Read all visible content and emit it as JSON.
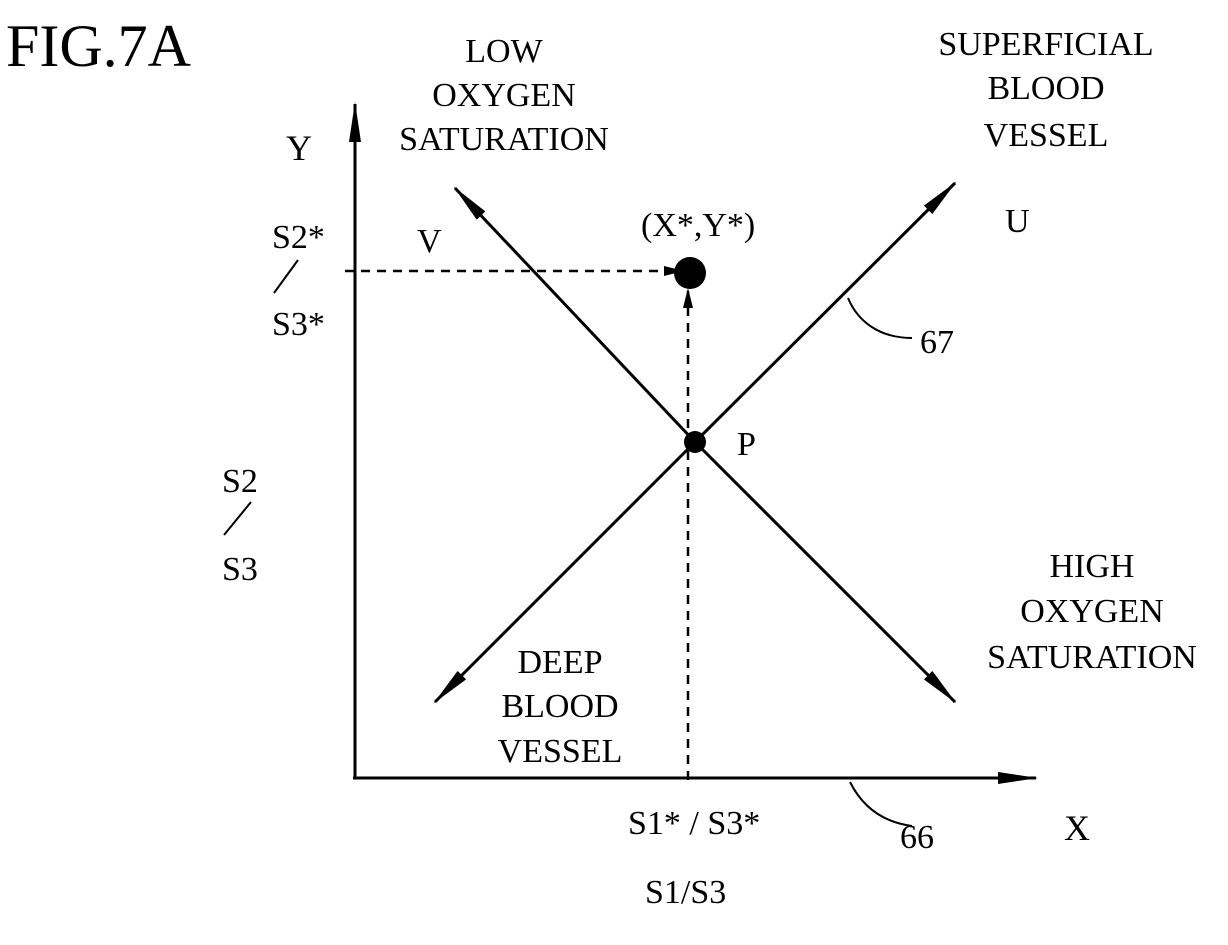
{
  "figure": {
    "title": "FIG.7A",
    "y_axis_letter": "Y",
    "x_axis_letter": "X",
    "y_axis_ratio": {
      "numerator": "S2",
      "denominator": "S3"
    },
    "y_marker_ratio": {
      "numerator": "S2*",
      "denominator": "S3*"
    },
    "x_axis_ratio": "S1/S3",
    "x_marker_ratio": "S1* / S3*",
    "point_label": "(X*,Y*)",
    "intersection_label": "P",
    "line_v_label": "V",
    "line_u_label": "U",
    "ref_line": "67",
    "ref_axis": "66",
    "regions": {
      "low_oxygen": [
        "LOW",
        "OXYGEN",
        "SATURATION"
      ],
      "superficial": [
        "SUPERFICIAL",
        "BLOOD",
        "VESSEL"
      ],
      "high_oxygen": [
        "HIGH",
        "OXYGEN",
        "SATURATION"
      ],
      "deep": [
        "DEEP",
        "BLOOD",
        "VESSEL"
      ]
    }
  }
}
